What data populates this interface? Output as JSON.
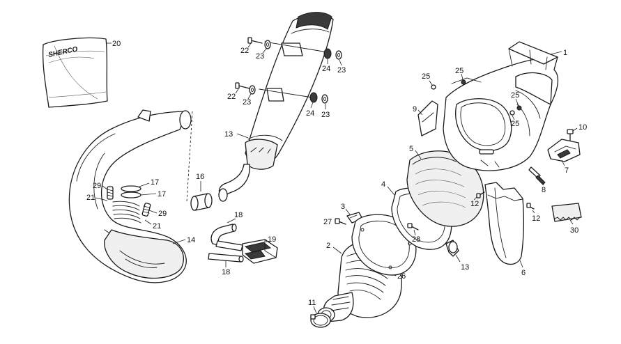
{
  "callouts": {
    "c1": "1",
    "c2": "2",
    "c3": "3",
    "c4": "4",
    "c5": "5",
    "c6": "6",
    "c7": "7",
    "c8": "8",
    "c9": "9",
    "c10": "10",
    "c11": "11",
    "c12a": "12",
    "c12b": "12",
    "c13a": "13",
    "c13b": "13",
    "c14": "14",
    "c16": "16",
    "c17a": "17",
    "c17b": "17",
    "c18a": "18",
    "c18b": "18",
    "c19": "19",
    "c20": "20",
    "c21a": "21",
    "c21b": "21",
    "c22a": "22",
    "c22b": "22",
    "c23a": "23",
    "c23b": "23",
    "c23c": "23",
    "c23d": "23",
    "c24a": "24",
    "c24b": "24",
    "c25a": "25",
    "c25b": "25",
    "c25c": "25",
    "c25d": "25",
    "c26": "26",
    "c27": "27",
    "c28": "28",
    "c29a": "29",
    "c29b": "29",
    "c30": "30"
  },
  "logo": {
    "brand": "SHERCO"
  }
}
